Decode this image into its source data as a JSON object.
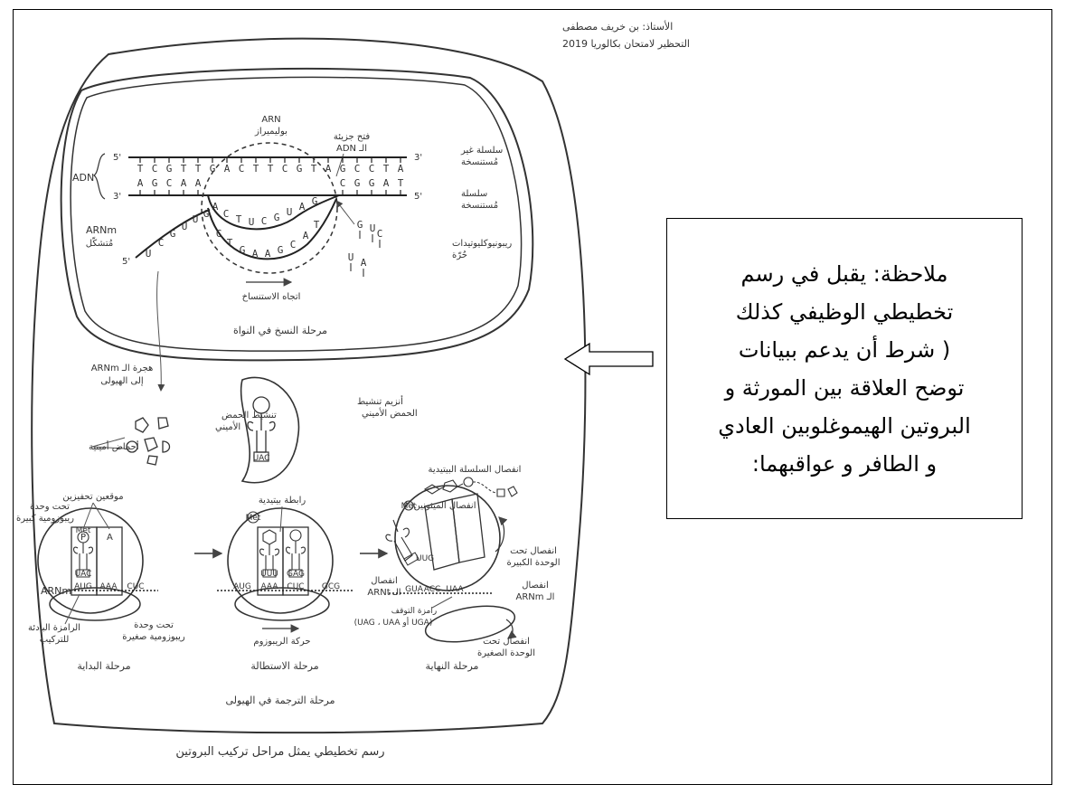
{
  "header": {
    "teacher": "الأستاذ: بن خريف مصطفى",
    "exam": "التحظير لامتحان بكالوريا 2019"
  },
  "transcription": {
    "rna_polymerase": [
      "ARN",
      "بوليميراز"
    ],
    "adn_opening": [
      "فتح جزيئة",
      "الـ ADN"
    ],
    "non_template_strand": [
      "سلسلة غير",
      "مُستنسخة"
    ],
    "template_strand": [
      "سلسلة",
      "مُستنسخة"
    ],
    "adn_label": "ADN",
    "top_bases": [
      "T",
      "C",
      "G",
      "T",
      "T",
      "G",
      "A",
      "C",
      "T",
      "T",
      "C",
      "G",
      "T",
      "A",
      "G",
      "C",
      "C",
      "T",
      "A"
    ],
    "bottom_left_bases": [
      "A",
      "G",
      "C",
      "A",
      "A"
    ],
    "bottom_right_bases": [
      "C",
      "G",
      "G",
      "A",
      "T"
    ],
    "loop_bases_top": [
      "A",
      "C",
      "T",
      "U",
      "C",
      "G",
      "U",
      "A",
      "G"
    ],
    "loop_bases_bottom": [
      "C",
      "T",
      "G",
      "A",
      "A",
      "G",
      "C",
      "A",
      "T"
    ],
    "mrna_tail_bases": [
      "U",
      "C",
      "G",
      "U",
      "U",
      "G"
    ],
    "free_nucleotides": [
      "G",
      "U",
      "U",
      "A",
      "C"
    ],
    "arnm_label": "ARNm",
    "arnm_forming": "مُتشكّل",
    "ribonucleotides": [
      "ريبونيوكليوتيدات",
      "حُرّة"
    ],
    "direction": "اتجاه الاستنساخ",
    "phase_title": "مرحلة النسخ في النواة",
    "prime_5": "5'",
    "prime_3": "3'"
  },
  "cytoplasm": {
    "migration": [
      "هجرة الـ ARNm",
      "إلى الهيولى"
    ],
    "amino_acids": "أحماض أمينية",
    "activating_enzyme": [
      "أنزيم تنشيط",
      "الحمض الأميني"
    ],
    "amino_acid_activation": [
      "تنشيط الحمض",
      "الأميني"
    ],
    "anticodon_uac": "UAC"
  },
  "initiation": {
    "binding_sites": "موقعين تحفيزين",
    "p_site": "P",
    "a_site": "A",
    "large_subunit": [
      "تحت وحدة",
      "ريبوزومية كبيرة"
    ],
    "arnm": "ARNm",
    "codons": [
      "AUG",
      "AAA",
      "CUC"
    ],
    "anticodon": "UAC",
    "start_codon": [
      "الرامزة البادئة",
      "للتركيب"
    ],
    "small_subunit": [
      "تحت وحدة",
      "ريبوزومية صغيرة"
    ],
    "title": "مرحلة البداية",
    "met": "Met"
  },
  "elongation": {
    "peptide_bond": "رابطة بيتيدية",
    "codons": [
      "AUG",
      "AAA",
      "CUC",
      "GCG"
    ],
    "anticodons": [
      "UUU",
      "GAG"
    ],
    "ribosome_movement": "حركة الريبوزوم",
    "title": "مرحلة الاستطالة",
    "met": "Met"
  },
  "termination": {
    "peptide_release": "انفصال السلسلة البيتيدية",
    "met_release": "انفصال الميثونين",
    "trna_release": [
      "انفصال",
      "الـ ARNt"
    ],
    "large_release": [
      "انفصال تحت",
      "الوحدة الكبيرة"
    ],
    "mrna_release": [
      "انفصال",
      "الـ ARNm"
    ],
    "codons": [
      "GUA",
      "ACC",
      "UAA"
    ],
    "trna_anticodon": "UUG",
    "stop_codon": [
      "رامزة التوقف",
      "(UGA أو UAG ، UAA)"
    ],
    "small_release": [
      "انفصال تحت",
      "الوحدة الصغيرة"
    ],
    "title": "مرحلة النهاية",
    "met": "Met"
  },
  "translation_title": "مرحلة الترجمة في الهيولى",
  "caption": "رسم تخطيطي يمثل مراحل تركيب البروتين",
  "note": {
    "lines": [
      "ملاحظة: يقبل في رسم",
      "تخطيطي الوظيفي كذلك",
      "( شرط أن يدعم ببيانات",
      "توضح العلاقة بين المورثة و",
      "البروتين  الهيموغلوبين العادي",
      "و الطافر و عواقبهما:"
    ]
  }
}
